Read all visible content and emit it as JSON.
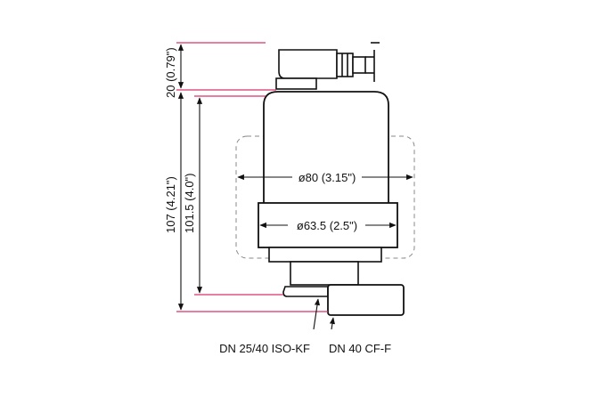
{
  "diagram": {
    "colors": {
      "outline": "#111111",
      "dashed": "#888888",
      "reference_line": "#d6336c",
      "background": "#ffffff"
    },
    "dimensions": {
      "top_height": "20 (0.79\")",
      "total_height": "107 (4.21\")",
      "body_height": "101.5 (4.0\")",
      "outer_diameter": "ø80 (3.15\")",
      "flange_diameter": "ø63.5 (2.5\")"
    },
    "callouts": {
      "iso_kf": "DN 25/40 ISO-KF",
      "cf_f": "DN 40 CF-F"
    }
  }
}
